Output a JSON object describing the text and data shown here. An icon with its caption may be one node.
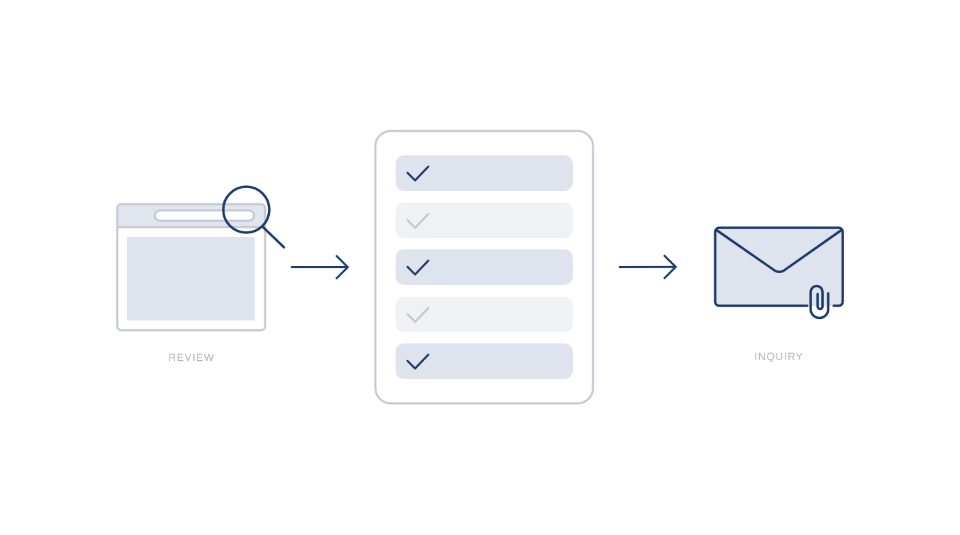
{
  "diagram": {
    "nodes": [
      {
        "text": [],
        "shape": "picture",
        "beside": [
          "REVIEW"
        ]
      },
      {
        "text": [],
        "shape": "picture"
      },
      {
        "text": [],
        "shape": "picture",
        "beside": [
          "INQUIRY"
        ]
      }
    ],
    "edges": [
      {
        "from": 0,
        "to": 1,
        "arrow": "to"
      },
      {
        "from": 1,
        "to": 2,
        "arrow": "to"
      }
    ]
  }
}
